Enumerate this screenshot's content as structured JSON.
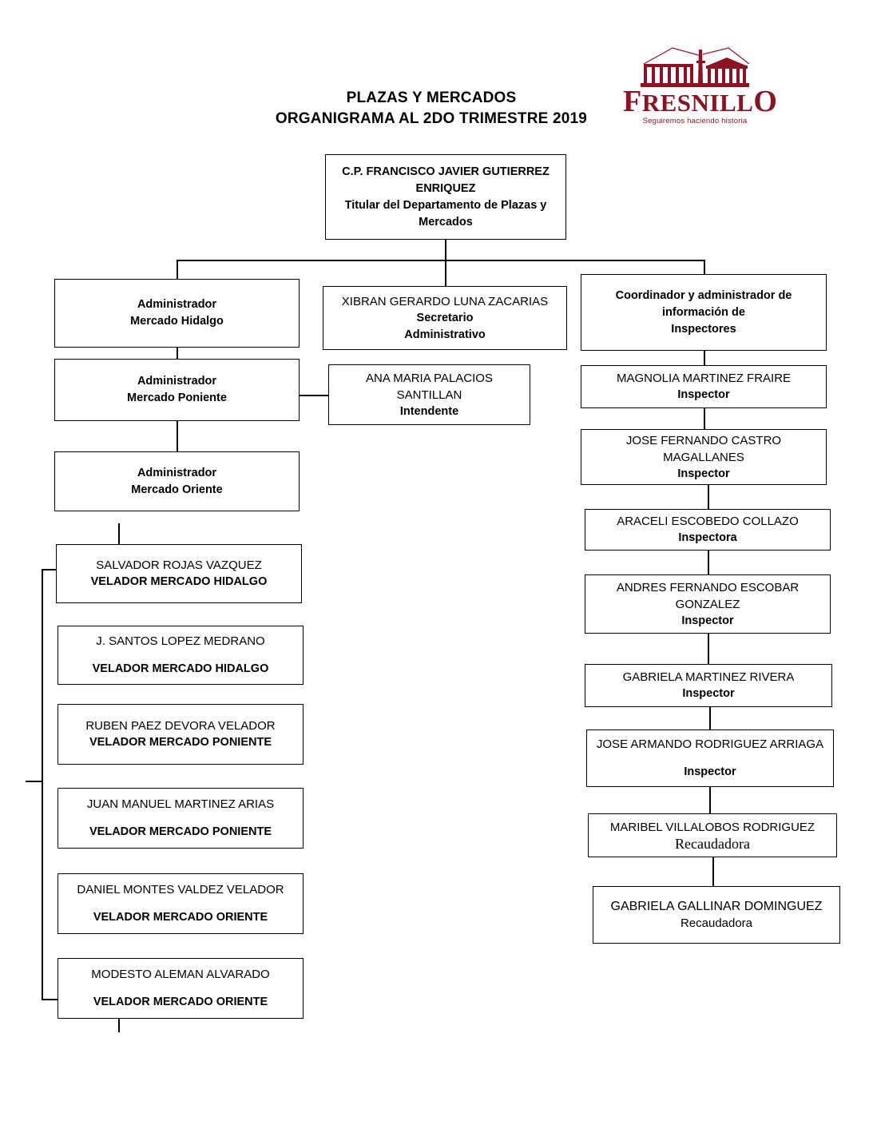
{
  "header": {
    "title_line1": "PLAZAS Y MERCADOS",
    "title_line2": "ORGANIGRAMA AL 2DO TRIMESTRE 2019"
  },
  "logo": {
    "wordmark_pre": "F",
    "wordmark_mid": "RESNILL",
    "wordmark_post": "O",
    "wordmark_full": "FRESNILLO",
    "tagline": "Seguiremos haciendo historia",
    "color": "#8B1323"
  },
  "chart_data": {
    "type": "diagram",
    "title": "PLAZAS Y MERCADOS - ORGANIGRAMA AL 2DO TRIMESTRE 2019",
    "nodes": [
      {
        "id": "titular",
        "lines": [
          "C.P. FRANCISCO JAVIER GUTIERREZ",
          "ENRIQUEZ",
          "Titular del Departamento de Plazas y",
          "Mercados"
        ]
      },
      {
        "id": "admin-hidalgo",
        "lines": [
          "Administrador",
          "Mercado Hidalgo"
        ]
      },
      {
        "id": "admin-poniente",
        "lines": [
          "Administrador",
          "Mercado Poniente"
        ]
      },
      {
        "id": "admin-oriente",
        "lines": [
          "Administrador",
          "Mercado Oriente"
        ]
      },
      {
        "id": "secretario",
        "name": "XIBRAN GERARDO LUNA ZACARIAS",
        "role_line1": "Secretario",
        "role_line2": "Administrativo"
      },
      {
        "id": "intendente",
        "name_line1": "ANA MARIA PALACIOS",
        "name_line2": "SANTILLAN",
        "role": "Intendente"
      },
      {
        "id": "coordinador",
        "lines": [
          "Coordinador y administrador de",
          "información de",
          "Inspectores"
        ]
      },
      {
        "id": "insp-magnolia",
        "name": "MAGNOLIA MARTINEZ FRAIRE",
        "role": "Inspector"
      },
      {
        "id": "insp-castro",
        "name_line1": "JOSE FERNANDO CASTRO",
        "name_line2": "MAGALLANES",
        "role": "Inspector"
      },
      {
        "id": "insp-araceli",
        "name": "ARACELI ESCOBEDO COLLAZO",
        "role": "Inspectora"
      },
      {
        "id": "insp-andres",
        "name_line1": "ANDRES FERNANDO ESCOBAR",
        "name_line2": "GONZALEZ",
        "role": "Inspector"
      },
      {
        "id": "insp-gabriela",
        "name": "GABRIELA MARTINEZ RIVERA",
        "role": "Inspector"
      },
      {
        "id": "insp-armando",
        "name": "JOSE ARMANDO RODRIGUEZ ARRIAGA",
        "role": "Inspector"
      },
      {
        "id": "rec-maribel",
        "name": "MARIBEL VILLALOBOS RODRIGUEZ",
        "role": "Recaudadora"
      },
      {
        "id": "rec-gabriela",
        "name": "GABRIELA GALLINAR DOMINGUEZ",
        "role": "Recaudadora"
      },
      {
        "id": "vel-salvador",
        "name": "SALVADOR ROJAS VAZQUEZ",
        "role": "VELADOR MERCADO HIDALGO"
      },
      {
        "id": "vel-santos",
        "name": "J. SANTOS LOPEZ MEDRANO",
        "role": "VELADOR MERCADO HIDALGO"
      },
      {
        "id": "vel-ruben",
        "name": "RUBEN PAEZ DEVORA VELADOR",
        "role": "VELADOR MERCADO PONIENTE"
      },
      {
        "id": "vel-juan",
        "name": "JUAN MANUEL MARTINEZ ARIAS",
        "role": "VELADOR MERCADO PONIENTE"
      },
      {
        "id": "vel-daniel",
        "name": "DANIEL MONTES VALDEZ VELADOR",
        "role": "VELADOR MERCADO ORIENTE"
      },
      {
        "id": "vel-modesto",
        "name": "MODESTO ALEMAN ALVARADO",
        "role": "VELADOR MERCADO ORIENTE"
      }
    ]
  }
}
